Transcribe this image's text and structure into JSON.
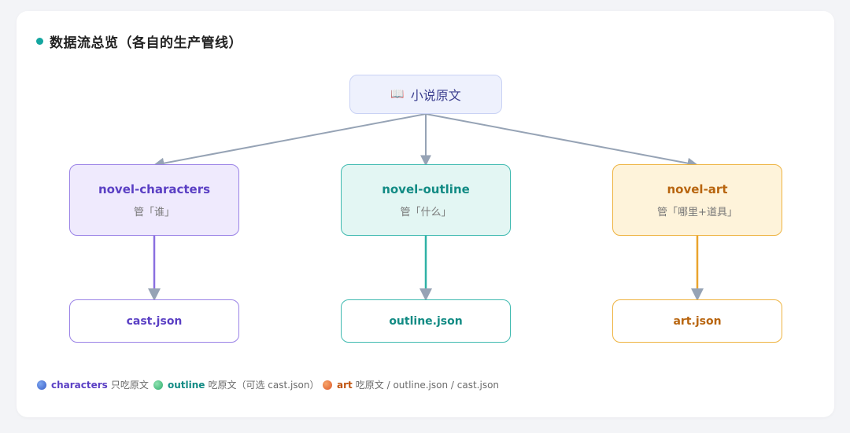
{
  "title": "数据流总览（各自的生产管线）",
  "source": {
    "icon": "open-book-icon",
    "label": "小说原文"
  },
  "skills": [
    {
      "name": "novel-characters",
      "desc": "管「谁」",
      "output": "cast.json",
      "accent": "#9a82e6"
    },
    {
      "name": "novel-outline",
      "desc": "管「什么」",
      "output": "outline.json",
      "accent": "#3fbab0"
    },
    {
      "name": "novel-art",
      "desc": "管「哪里+道具」",
      "output": "art.json",
      "accent": "#eeb340"
    }
  ],
  "legend": [
    {
      "key": "characters",
      "text": "只吃原文",
      "color": "#3a5fc8"
    },
    {
      "key": "outline",
      "text": "吃原文（可选 cast.json）",
      "color": "#2fae6f"
    },
    {
      "key": "art",
      "text": "吃原文 / outline.json / cast.json",
      "color": "#de5a2a"
    }
  ],
  "colors": {
    "connector": "#96a3b5",
    "title_dot": "#14a6a0"
  }
}
